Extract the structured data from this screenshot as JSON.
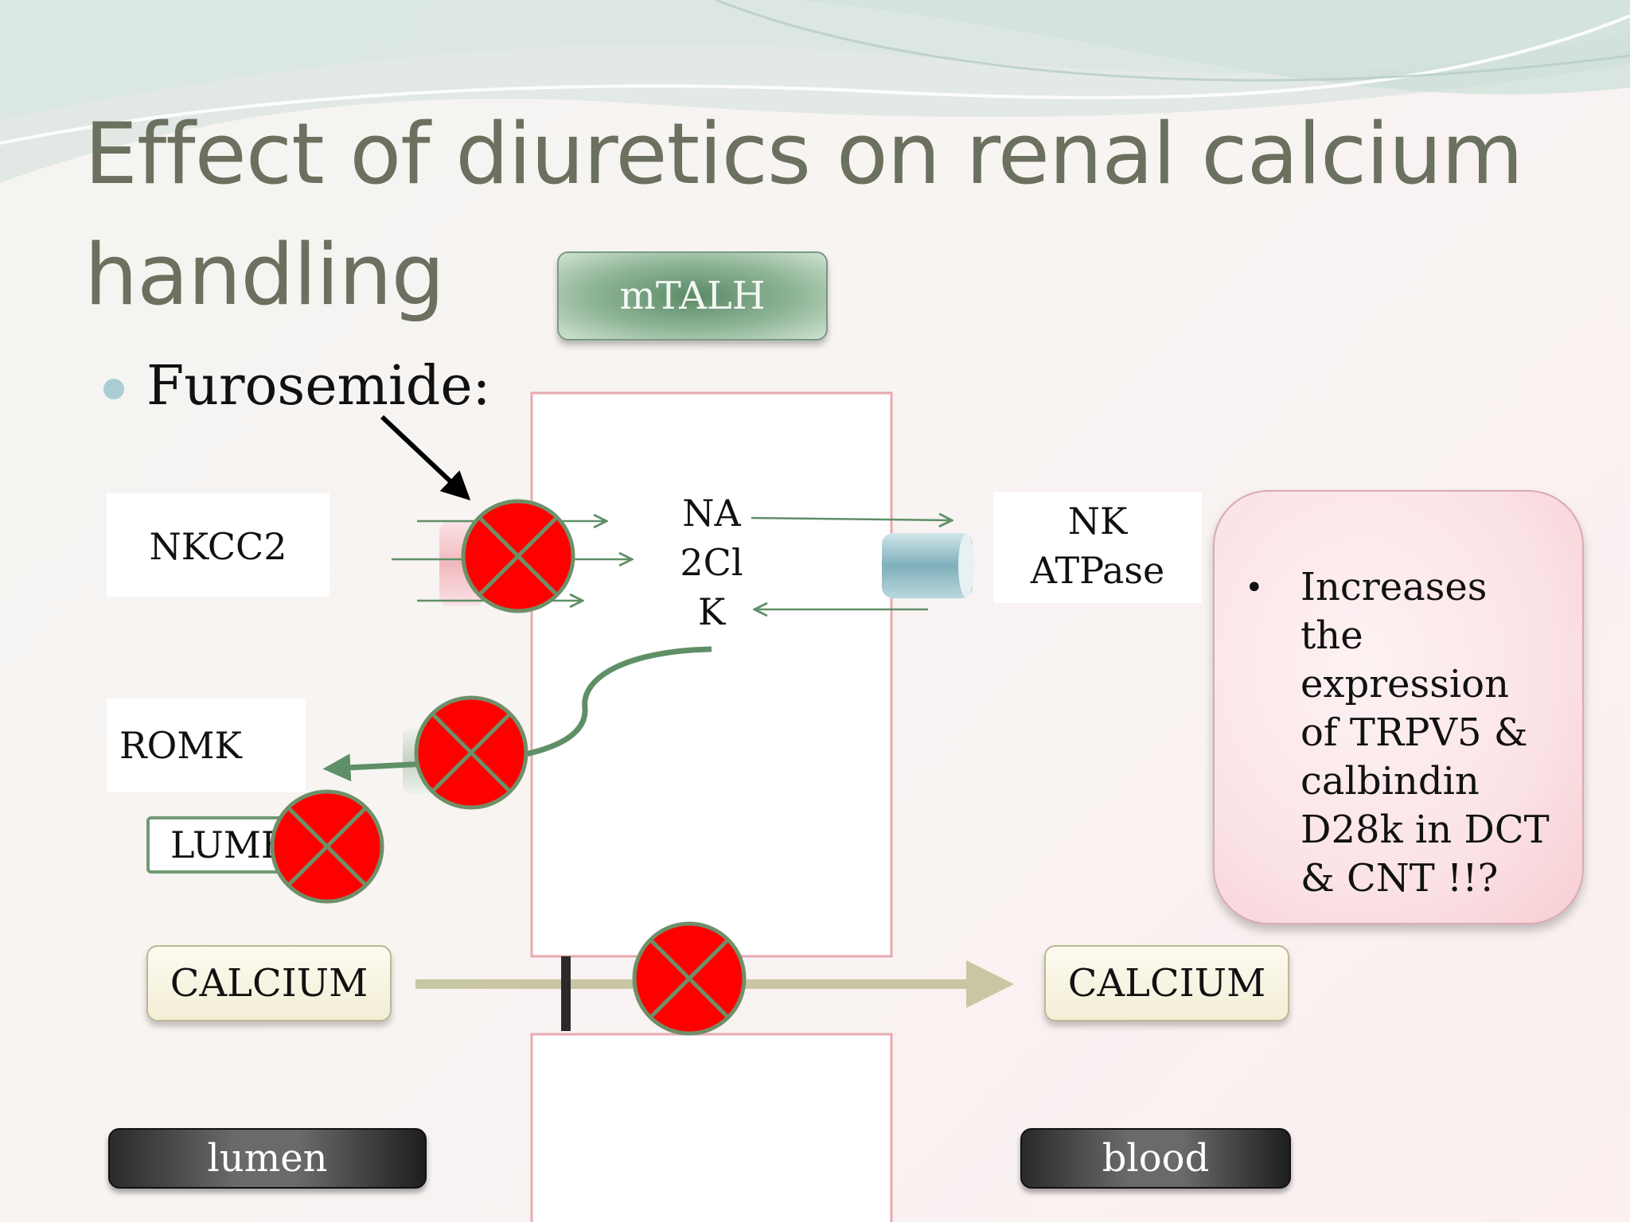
{
  "slide": {
    "title": "Effect of diuretics on renal calcium\nhandling",
    "bullet": "Furosemide:"
  },
  "diagram": {
    "segment_label": "mTALH",
    "transporters": {
      "nkcc2": "NKCC2",
      "romk": "ROMK",
      "nk_atpase": "NK\nATPase"
    },
    "ions": "NA\n2Cl\nK",
    "lumen_box": "LUMEN",
    "calcium_left": "CALCIUM",
    "calcium_right": "CALCIUM",
    "side_left": "lumen",
    "side_right": "blood",
    "note_bullet": "•",
    "note": "Increases the expression of TRPV5 & calbindin D28k in DCT & CNT !!?"
  },
  "colors": {
    "title": "#6b705f",
    "block_marker": "#ff0000",
    "block_cross": "#6f8f68",
    "cell_border": "#e8a9b0",
    "arrow_green": "#5f8f67",
    "calcium_arrow": "#c9c6a3"
  }
}
